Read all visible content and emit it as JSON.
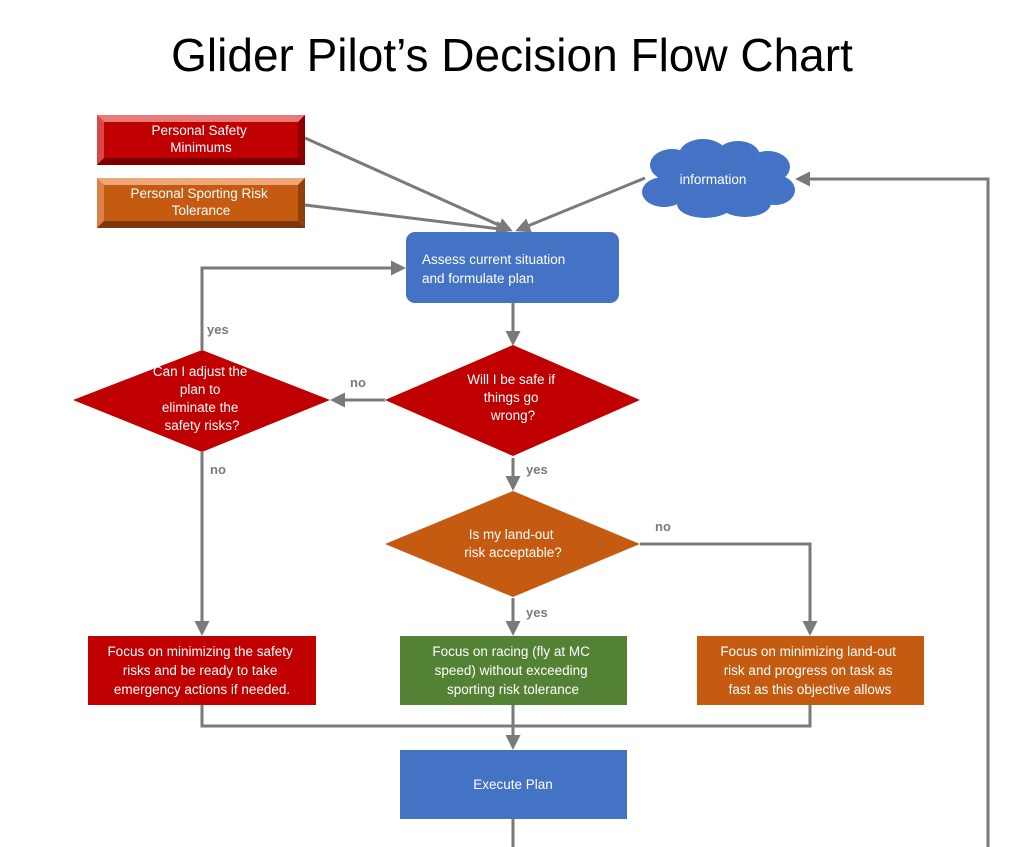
{
  "title": "Glider Pilot’s Decision Flow Chart",
  "colors": {
    "dark_red": "#c00000",
    "orange": "#c55a11",
    "blue": "#4472c4",
    "green": "#548235",
    "connector": "#7a7a7a"
  },
  "nodes": {
    "safety_minimums": [
      "Personal Safety",
      "Minimums"
    ],
    "sporting_risk": [
      "Personal Sporting Risk",
      "Tolerance"
    ],
    "information": [
      "information"
    ],
    "assess": [
      "Assess current situation",
      "and formulate plan"
    ],
    "safe_question": [
      "Will I be safe if",
      "things go",
      "wrong?"
    ],
    "adjust_question": [
      "Can I adjust the",
      "plan to",
      "eliminate the",
      "safety risks?"
    ],
    "landout_question": [
      "Is my land-out",
      "risk acceptable?"
    ],
    "focus_safety": [
      "Focus on minimizing the safety",
      "risks and be ready to take",
      "emergency actions if needed."
    ],
    "focus_racing": [
      "Focus on racing (fly at MC",
      "speed) without exceeding",
      "sporting risk tolerance"
    ],
    "focus_landout": [
      "Focus on minimizing land-out",
      "risk and progress on task as",
      "fast as this objective allows"
    ],
    "execute": [
      "Execute Plan"
    ]
  },
  "edge_labels": {
    "adjust_yes": "yes",
    "safe_no": "no",
    "adjust_no": "no",
    "safe_yes": "yes",
    "landout_no": "no",
    "landout_yes": "yes"
  }
}
